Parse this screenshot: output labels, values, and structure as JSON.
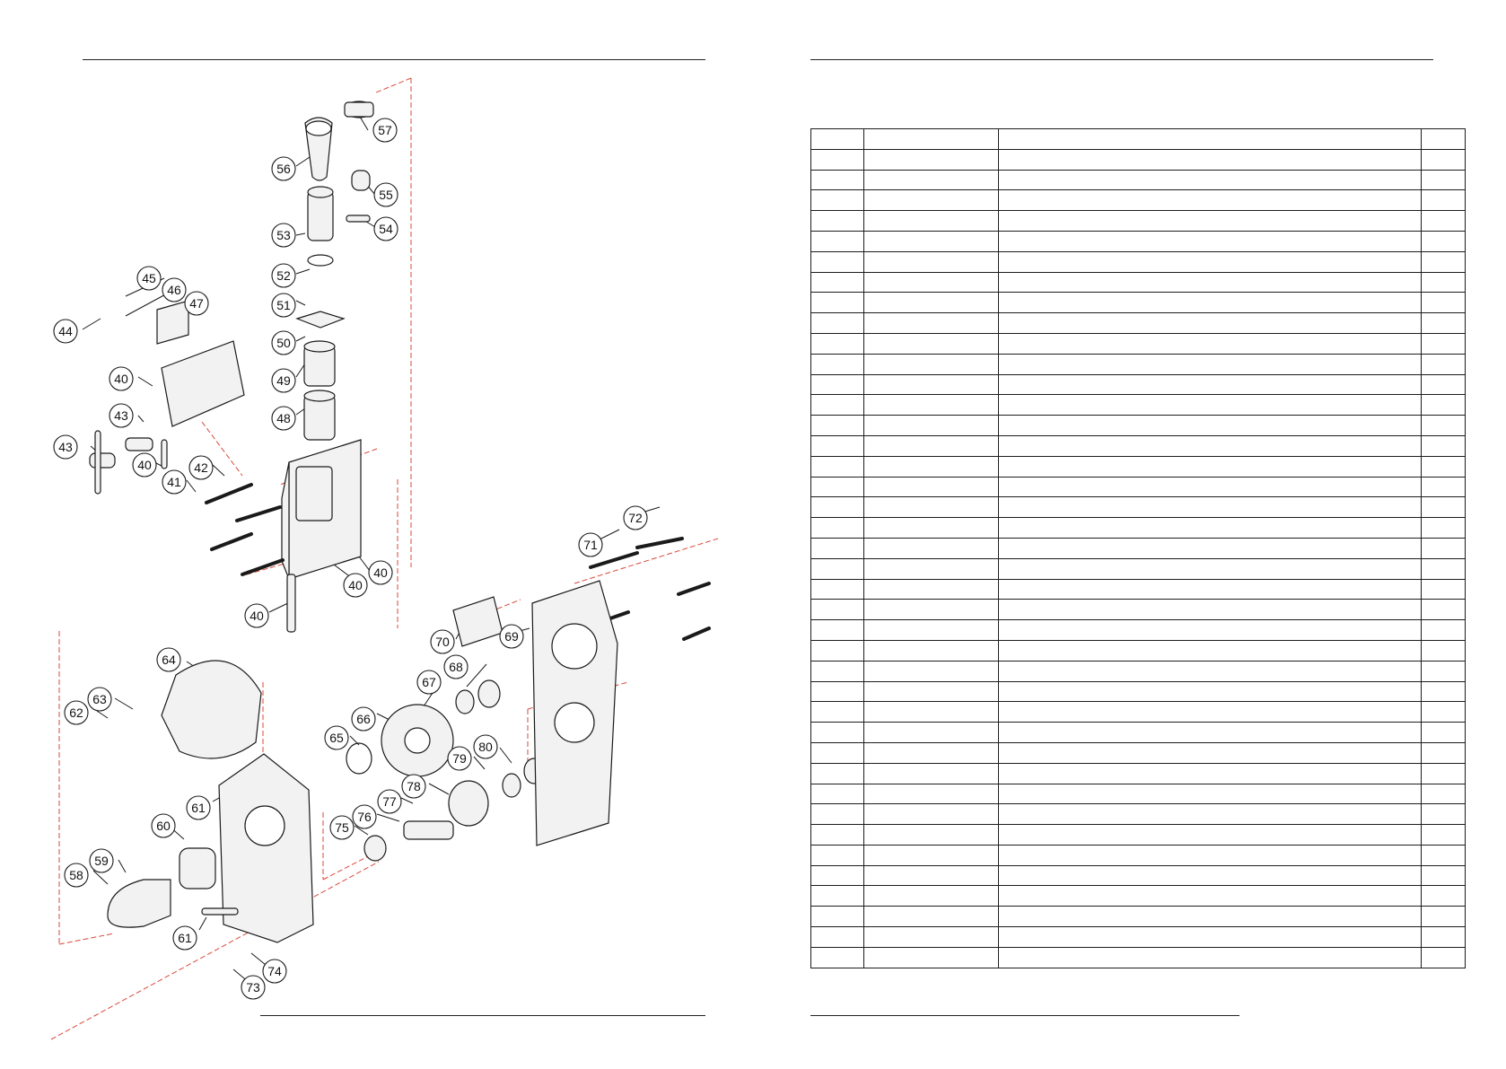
{
  "diagram": {
    "callouts": [
      {
        "id": "c57",
        "label": "57"
      },
      {
        "id": "c56",
        "label": "56"
      },
      {
        "id": "c55",
        "label": "55"
      },
      {
        "id": "c54",
        "label": "54"
      },
      {
        "id": "c53",
        "label": "53"
      },
      {
        "id": "c52",
        "label": "52"
      },
      {
        "id": "c51",
        "label": "51"
      },
      {
        "id": "c50",
        "label": "50"
      },
      {
        "id": "c49",
        "label": "49"
      },
      {
        "id": "c48",
        "label": "48"
      },
      {
        "id": "c45",
        "label": "45"
      },
      {
        "id": "c46",
        "label": "46"
      },
      {
        "id": "c47",
        "label": "47"
      },
      {
        "id": "c44",
        "label": "44"
      },
      {
        "id": "c40a",
        "label": "40"
      },
      {
        "id": "c43a",
        "label": "43"
      },
      {
        "id": "c43b",
        "label": "43"
      },
      {
        "id": "c40b",
        "label": "40"
      },
      {
        "id": "c42",
        "label": "42"
      },
      {
        "id": "c41",
        "label": "41"
      },
      {
        "id": "c40c",
        "label": "40"
      },
      {
        "id": "c40d",
        "label": "40"
      },
      {
        "id": "c40e",
        "label": "40"
      },
      {
        "id": "c72",
        "label": "72"
      },
      {
        "id": "c71",
        "label": "71"
      },
      {
        "id": "c70",
        "label": "70"
      },
      {
        "id": "c69",
        "label": "69"
      },
      {
        "id": "c68",
        "label": "68"
      },
      {
        "id": "c67",
        "label": "67"
      },
      {
        "id": "c66",
        "label": "66"
      },
      {
        "id": "c65",
        "label": "65"
      },
      {
        "id": "c64",
        "label": "64"
      },
      {
        "id": "c63",
        "label": "63"
      },
      {
        "id": "c62",
        "label": "62"
      },
      {
        "id": "c61a",
        "label": "61"
      },
      {
        "id": "c60",
        "label": "60"
      },
      {
        "id": "c59",
        "label": "59"
      },
      {
        "id": "c58",
        "label": "58"
      },
      {
        "id": "c61b",
        "label": "61"
      },
      {
        "id": "c74",
        "label": "74"
      },
      {
        "id": "c73",
        "label": "73"
      },
      {
        "id": "c75",
        "label": "75"
      },
      {
        "id": "c76",
        "label": "76"
      },
      {
        "id": "c77",
        "label": "77"
      },
      {
        "id": "c78",
        "label": "78"
      },
      {
        "id": "c79",
        "label": "79"
      },
      {
        "id": "c80",
        "label": "80"
      }
    ],
    "colors": {
      "leader": "#d94a3a",
      "ink": "#1a1a1a",
      "part_fill": "#f2f2f2"
    }
  },
  "parts_table": {
    "columns": [
      "",
      "",
      "",
      ""
    ],
    "row_count": 41
  }
}
